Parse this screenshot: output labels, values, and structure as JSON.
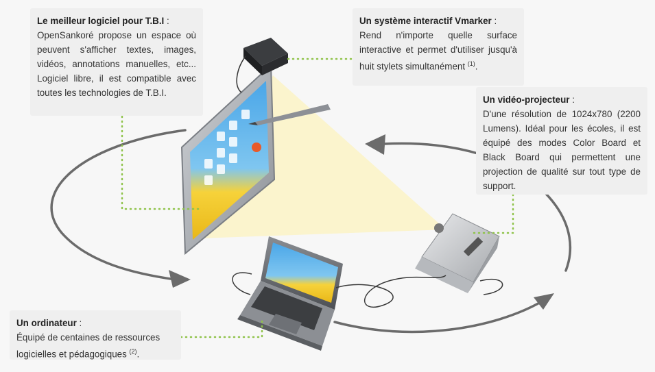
{
  "boxes": {
    "tbi": {
      "title": "Le meilleur logiciel pour T.B.I",
      "suffix": " :",
      "body": "OpenSankoré propose un espace où peuvent s'afficher textes, images, vidéos, annotations manuelles, etc... Logiciel libre, il est compatible avec toutes les technologies de T.B.I."
    },
    "vmarker": {
      "title": "Un système interactif Vmarker",
      "suffix": " :",
      "body": "Rend n'importe quelle surface interactive et permet d'utiliser jusqu'à huit stylets simultanément",
      "note": "(1)",
      "end": "."
    },
    "projector": {
      "title": "Un vidéo-projecteur",
      "suffix": " :",
      "body": "D'une résolution de 1024x780 (2200 Lumens). Idéal pour les écoles, il est équipé des modes Color Board et Black Board qui permettent une projection de qualité sur tout type de support."
    },
    "computer": {
      "title": "Un ordinateur",
      "suffix": " :",
      "body": "Équipé de centaines de ressources logicielles et pédagogiques",
      "note": "(2)",
      "end": "."
    }
  },
  "colors": {
    "background": "#f7f7f7",
    "box": "#efefef",
    "dotted": "#8fc34a",
    "arrow": "#6b6b6b",
    "beam": "#fbf3c8",
    "screen_yellow": "#f4c927",
    "screen_sky": "#3a8fd6"
  }
}
